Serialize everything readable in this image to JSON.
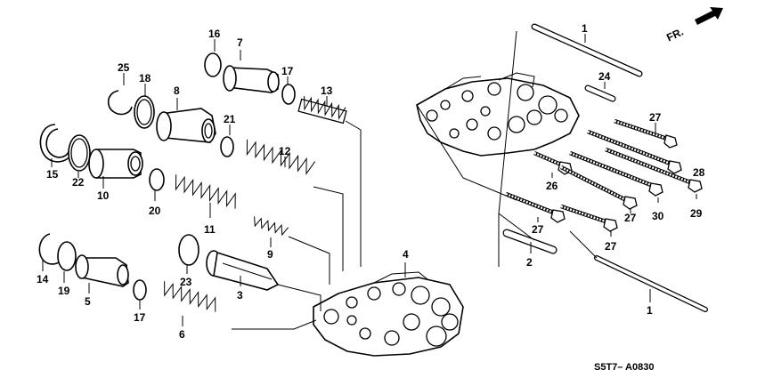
{
  "diagram": {
    "direction_label": "FR.",
    "catalog_code": "S5T7– A0830",
    "callouts": [
      {
        "id": "c1a",
        "text": "1"
      },
      {
        "id": "c1b",
        "text": "1"
      },
      {
        "id": "c2",
        "text": "2"
      },
      {
        "id": "c3",
        "text": "3"
      },
      {
        "id": "c4",
        "text": "4"
      },
      {
        "id": "c5",
        "text": "5"
      },
      {
        "id": "c6",
        "text": "6"
      },
      {
        "id": "c7",
        "text": "7"
      },
      {
        "id": "c8",
        "text": "8"
      },
      {
        "id": "c9",
        "text": "9"
      },
      {
        "id": "c10",
        "text": "10"
      },
      {
        "id": "c11",
        "text": "11"
      },
      {
        "id": "c12",
        "text": "12"
      },
      {
        "id": "c13",
        "text": "13"
      },
      {
        "id": "c14",
        "text": "14"
      },
      {
        "id": "c15",
        "text": "15"
      },
      {
        "id": "c16",
        "text": "16"
      },
      {
        "id": "c17a",
        "text": "17"
      },
      {
        "id": "c17b",
        "text": "17"
      },
      {
        "id": "c18",
        "text": "18"
      },
      {
        "id": "c19",
        "text": "19"
      },
      {
        "id": "c20",
        "text": "20"
      },
      {
        "id": "c21",
        "text": "21"
      },
      {
        "id": "c22",
        "text": "22"
      },
      {
        "id": "c23",
        "text": "23"
      },
      {
        "id": "c24",
        "text": "24"
      },
      {
        "id": "c25",
        "text": "25"
      },
      {
        "id": "c26",
        "text": "26"
      },
      {
        "id": "c27a",
        "text": "27"
      },
      {
        "id": "c27b",
        "text": "27"
      },
      {
        "id": "c27c",
        "text": "27"
      },
      {
        "id": "c27d",
        "text": "27"
      },
      {
        "id": "c28",
        "text": "28"
      },
      {
        "id": "c29",
        "text": "29"
      },
      {
        "id": "c30",
        "text": "30"
      }
    ]
  }
}
